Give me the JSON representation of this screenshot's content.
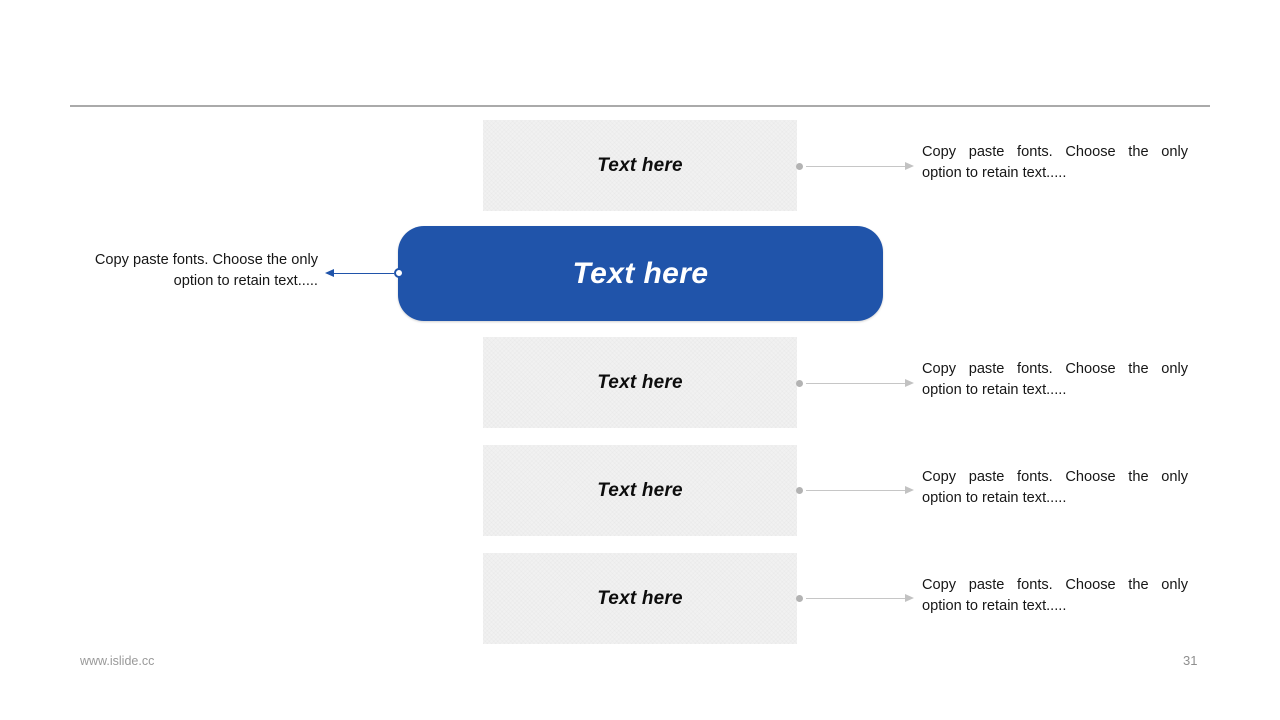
{
  "main_box": {
    "label": "Text here",
    "annotation": "Copy paste fonts. Choose the only option to retain text....."
  },
  "rows": [
    {
      "label": "Text here",
      "annotation": "Copy paste fonts. Choose the only option to retain text....."
    },
    {
      "label": "Text here",
      "annotation": "Copy paste fonts. Choose the only option to retain text....."
    },
    {
      "label": "Text here",
      "annotation": "Copy paste fonts. Choose the only option to retain text....."
    },
    {
      "label": "Text here",
      "annotation": "Copy paste fonts. Choose the only option to retain text....."
    }
  ],
  "footer": {
    "website": "www.islide.cc",
    "page_number": "31"
  },
  "colors": {
    "accent_blue": "#2054AA",
    "box_fill_gray": "#F1F1F1",
    "connector_gray": "#C2C2C2",
    "divider_gray": "#AAAAAA",
    "footer_text": "#999999"
  },
  "icons": {
    "connector_dot": "small filled gray circle",
    "connector_ring": "white circle with blue outline",
    "arrow_right": "gray right-pointing triangle",
    "arrow_left": "blue left-pointing triangle"
  }
}
